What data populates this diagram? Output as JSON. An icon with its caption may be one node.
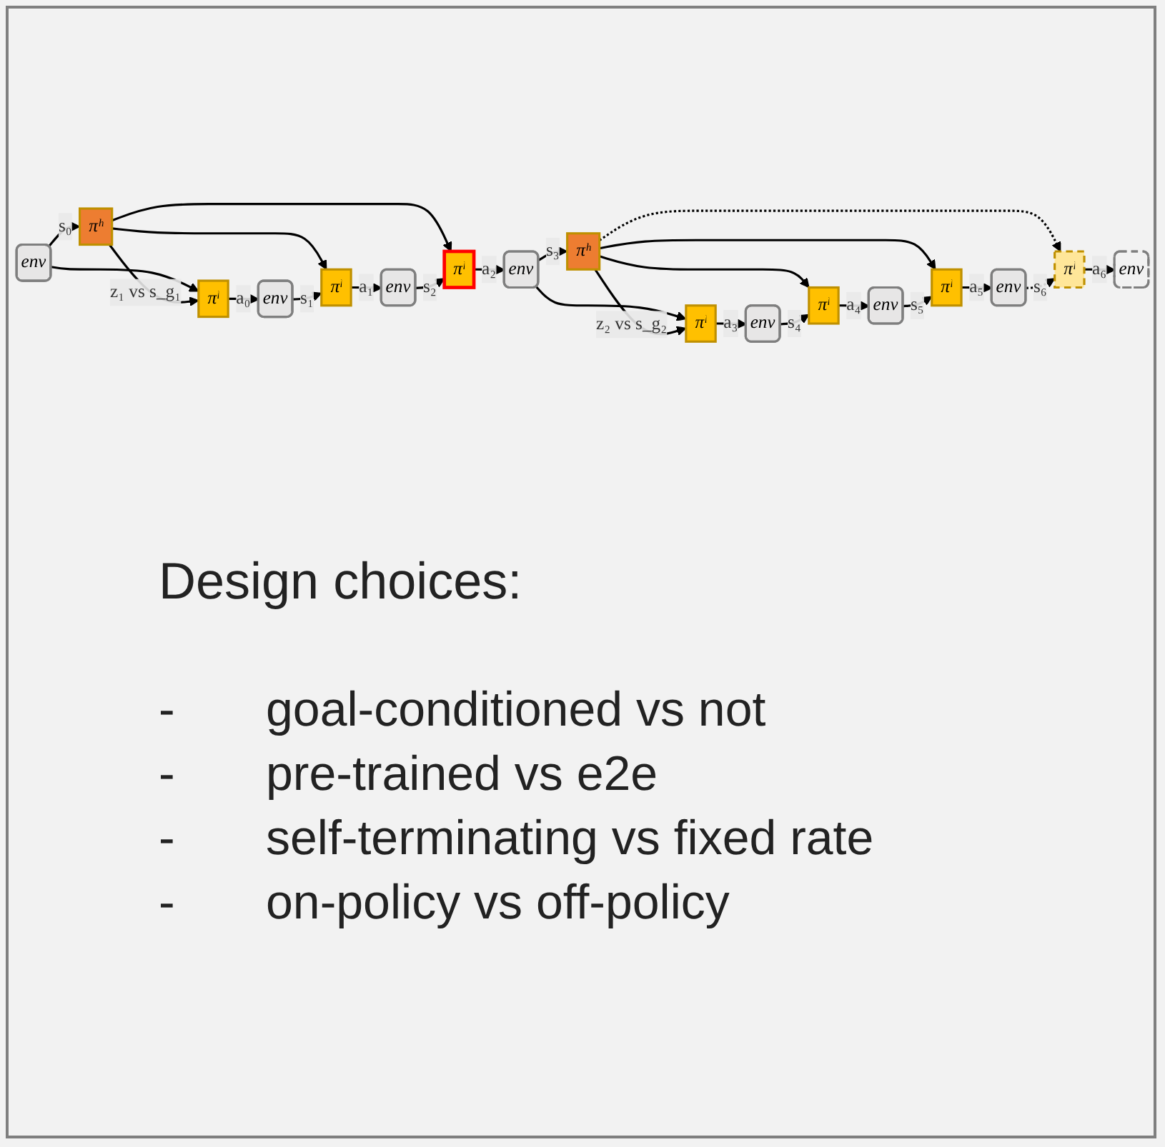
{
  "diagram": {
    "nodes": [
      {
        "text": [
          "πʰ"
        ]
      },
      {
        "text": [
          "πˡ"
        ]
      },
      {
        "text": [
          "πˡ"
        ]
      },
      {
        "text": [
          "πˡ"
        ]
      },
      {
        "text": [
          "env"
        ]
      },
      {
        "text": [
          "env"
        ]
      },
      {
        "text": [
          "env"
        ]
      },
      {
        "text": [
          "env"
        ]
      },
      {
        "text": [
          "πʰ"
        ]
      },
      {
        "text": [
          "πˡ"
        ]
      },
      {
        "text": [
          "πˡ"
        ]
      },
      {
        "text": [
          "πˡ"
        ]
      },
      {
        "text": [
          "πˡ"
        ]
      },
      {
        "text": [
          "env"
        ]
      },
      {
        "text": [
          "env"
        ]
      },
      {
        "text": [
          "env"
        ]
      },
      {
        "text": [
          "env"
        ]
      }
    ],
    "edges": [
      {
        "from": 4,
        "to": 0,
        "arrow": "to",
        "label": "s₀"
      },
      {
        "from": 4,
        "to": 1,
        "arrow": "to"
      },
      {
        "from": 0,
        "to": 1,
        "arrow": "to",
        "label": "z₁ vs s_g₁"
      },
      {
        "from": 0,
        "to": 2,
        "arrow": "to"
      },
      {
        "from": 0,
        "to": 3,
        "arrow": "to"
      },
      {
        "from": 1,
        "to": 5,
        "arrow": "to",
        "label": "a₀"
      },
      {
        "from": 5,
        "to": 2,
        "arrow": "to",
        "label": "s₁"
      },
      {
        "from": 2,
        "to": 6,
        "arrow": "to",
        "label": "a₁"
      },
      {
        "from": 6,
        "to": 3,
        "arrow": "to",
        "label": "s₂"
      },
      {
        "from": 3,
        "to": 7,
        "arrow": "to",
        "label": "a₂"
      },
      {
        "from": 7,
        "to": 8,
        "arrow": "to",
        "label": "s₃"
      },
      {
        "from": 7,
        "to": 9,
        "arrow": "to"
      },
      {
        "from": 8,
        "to": 9,
        "arrow": "to",
        "label": "z₂ vs s_g₂"
      },
      {
        "from": 8,
        "to": 10,
        "arrow": "to"
      },
      {
        "from": 8,
        "to": 11,
        "arrow": "to"
      },
      {
        "from": 8,
        "to": 12,
        "arrow": "to",
        "style": "dashed"
      },
      {
        "from": 9,
        "to": 13,
        "arrow": "to",
        "label": "a₃"
      },
      {
        "from": 13,
        "to": 10,
        "arrow": "to",
        "label": "s₄"
      },
      {
        "from": 10,
        "to": 14,
        "arrow": "to",
        "label": "a₄"
      },
      {
        "from": 14,
        "to": 11,
        "arrow": "to",
        "label": "s₅"
      },
      {
        "from": 11,
        "to": 15,
        "arrow": "to",
        "label": "a₅"
      },
      {
        "from": 15,
        "to": 12,
        "arrow": "to",
        "label": "s₆",
        "style": "dashed"
      },
      {
        "from": 12,
        "to": 16,
        "arrow": "to",
        "label": "a₆"
      }
    ],
    "labels": [
      "Design choices:",
      "-",
      "goal-conditioned vs not",
      "-",
      "pre-trained vs e2e",
      "-",
      "self-terminating vs fixed rate",
      "-",
      "on-policy vs off-policy"
    ]
  }
}
